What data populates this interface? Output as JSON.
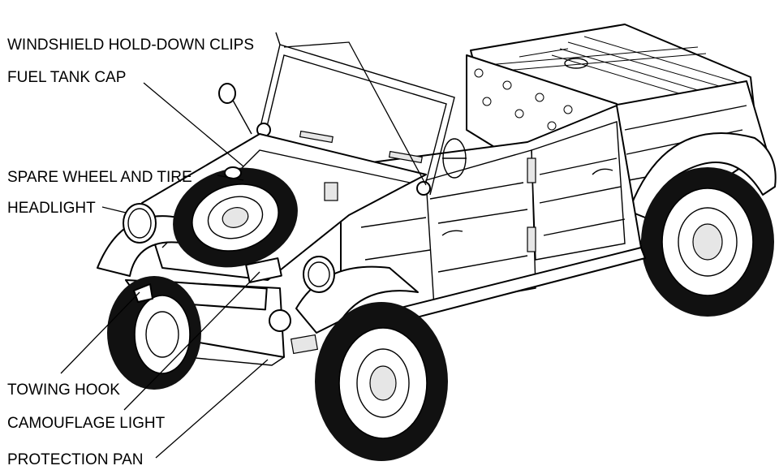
{
  "labels": {
    "windshield_clips": "WINDSHIELD HOLD-DOWN CLIPS",
    "fuel_tank_cap": "FUEL TANK CAP",
    "spare_wheel": "SPARE WHEEL AND TIRE",
    "headlight": "HEADLIGHT",
    "towing_hook": "TOWING HOOK",
    "camouflage_light": "CAMOUFLAGE LIGHT",
    "protection_pan": "PROTECTION PAN"
  },
  "colors": {
    "ink": "#000000",
    "background": "#ffffff"
  }
}
